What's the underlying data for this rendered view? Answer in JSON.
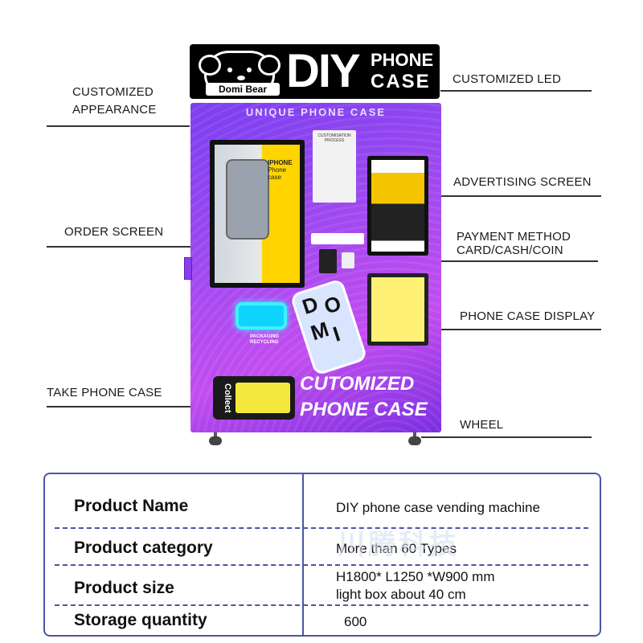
{
  "callouts": {
    "customized_appearance_1": "CUSTOMIZED",
    "customized_appearance_2": "APPEARANCE",
    "order_screen": "ORDER SCREEN",
    "take_phone_case": "TAKE PHONE CASE",
    "customized_led": "CUSTOMIZED LED",
    "advertising_screen": "ADVERTISING SCREEN",
    "payment_method_1": "PAYMENT METHOD",
    "payment_method_2": "CARD/CASH/COIN",
    "phone_case_display": "PHONE CASE DISPLAY",
    "wheel": "WHEEL"
  },
  "machine": {
    "brand": "Domi Bear",
    "logo_diy": "DIY",
    "logo_phone": "PHONE",
    "logo_case": "CASE",
    "slogan": "UNIQUE PHONE CASE",
    "order_screen_title_1": "IPHONE",
    "order_screen_title_2": "Phone case",
    "process_card": "CUSTOMISATION PROCESS",
    "recycling": "PACKAGING RECYCLING",
    "case_letters": [
      "D",
      "O",
      "M",
      "I"
    ],
    "headline_1": "CUTOMIZED",
    "headline_2": "PHONE CASE",
    "collect": "Collect"
  },
  "spec_table": {
    "rows": [
      {
        "name": "Product Name",
        "value_1": "DIY phone case  vending machine",
        "value_2": ""
      },
      {
        "name": "Product category",
        "value_1": "More than 60 Types",
        "value_2": ""
      },
      {
        "name": "Product size",
        "value_1": "H1800* L1250 *W900 mm",
        "value_2": "light box about 40 cm"
      },
      {
        "name": "Storage quantity",
        "value_1": "600",
        "value_2": ""
      }
    ],
    "watermark": "川腾科技"
  },
  "colors": {
    "cabinet_purple": "#9a48f0",
    "table_border": "#4b55a8",
    "collect_slot": "#f4e83c",
    "recycle_glow": "#3ff0ff"
  }
}
